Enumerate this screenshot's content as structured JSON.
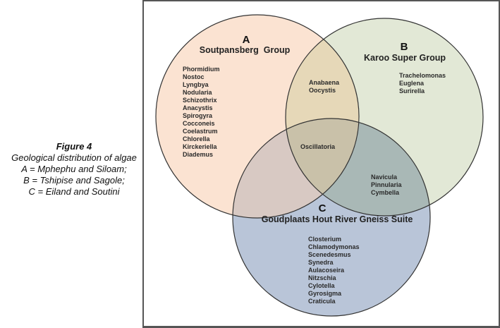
{
  "caption": {
    "title": "Figure 4",
    "lines": [
      "Geological distribution of algae",
      "A = Mphephu and Siloam;",
      "B = Tshipise and Sagole;",
      "C = Eiland and Soutini"
    ]
  },
  "venn": {
    "colors": {
      "A": "#fbe3d2",
      "B": "#e2e8d6",
      "C": "#b9c5d8",
      "AB": "#e6d8b8",
      "AC": "#d8c9c3",
      "BC": "#a9b8b6",
      "ABC": "#c9c1a9",
      "stroke": "#333333"
    },
    "sets": {
      "A": {
        "letter": "A",
        "name": "Soutpansberg  Group"
      },
      "B": {
        "letter": "B",
        "name": "Karoo Super Group"
      },
      "C": {
        "letter": "C",
        "name": "Goudplaats Hout River Gneiss Suite"
      }
    },
    "regions": {
      "A_only": [
        "Phormidium",
        "Nostoc",
        "Lyngbya",
        "Nodularia",
        "Schizothrix",
        "Anacystis",
        "Spirogyra",
        "Cocconeis",
        "Coelastrum",
        "Chlorella",
        "Kirckeriella",
        "Diademus"
      ],
      "B_only": [
        "Trachelomonas",
        "Euglena",
        "Surirella"
      ],
      "AB": [
        "Anabaena",
        "Oocystis"
      ],
      "ABC": [
        "Oscillatoria"
      ],
      "BC": [
        "Navicula",
        "Pinnularia",
        "Cymbella"
      ],
      "AC": [],
      "C_only": [
        "Closterium",
        "Chlamodymonas",
        "Scenedesmus",
        "Synedra",
        "Aulacoseira",
        "Nitzschia",
        "Cylotella",
        "Gyrosigma",
        "Craticula"
      ]
    }
  }
}
